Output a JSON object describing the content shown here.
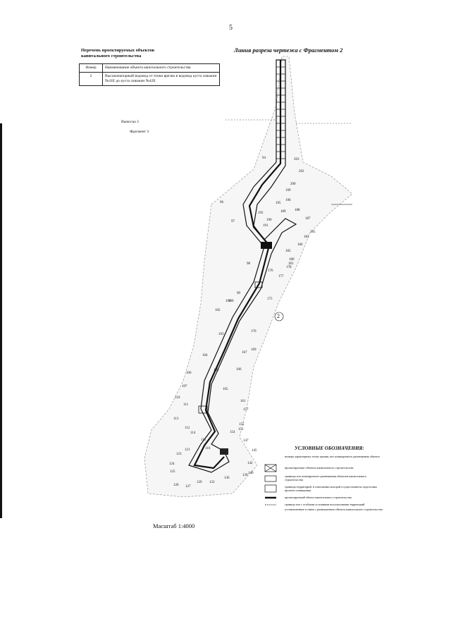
{
  "page_number": "5",
  "header": {
    "line1": "Перечень проектируемых объектов",
    "line2": "капитального строительства"
  },
  "section_title": "Линия разреза чертежа с Фрагментом 2",
  "table": {
    "col_number": "Номер",
    "col_name": "Наименование объекта капитального строительства",
    "rows": [
      {
        "number": "2",
        "name": "Высоконапорный водовод от точки врезки в водовод куста скважин №41Е до куста скважин №42Е"
      }
    ]
  },
  "sheet_label": "Выноска 3",
  "fragment_label": "Фрагмент 3",
  "callout": "2",
  "point_labels": [
    "94",
    "96",
    "97",
    "98",
    "99",
    "100",
    "101",
    "102",
    "103",
    "104",
    "105",
    "106",
    "107",
    "110",
    "111",
    "112",
    "113",
    "114",
    "115",
    "116",
    "121",
    "123",
    "124",
    "125",
    "126",
    "127",
    "129",
    "132",
    "136",
    "139",
    "140",
    "142",
    "145",
    "147",
    "151",
    "154",
    "155",
    "157",
    "161",
    "165",
    "166",
    "167",
    "169",
    "170",
    "175",
    "176",
    "177",
    "178",
    "180",
    "181",
    "182",
    "183",
    "184",
    "185",
    "187",
    "188",
    "189",
    "190",
    "191",
    "192",
    "195",
    "196",
    "199",
    "200",
    "202",
    "203"
  ],
  "legend": {
    "title": "УСЛОВНЫЕ ОБОЗНАЧЕНИЯ:",
    "items": [
      "номера характерных точек границ зон планируемого размещения объекта",
      "проектируемые объекты капитального строительства",
      "границы зон планируемого размещения объектов капитального строительства",
      "границы территорий, в отношении которой осуществляется подготовка проекта планировки",
      "проектируемый объект капитального строительства",
      "граница зон с особыми условиями использования территорий",
      "установленные в связи с размещением объекта капитального строительства"
    ]
  },
  "scale": "Масштаб 1:4000"
}
